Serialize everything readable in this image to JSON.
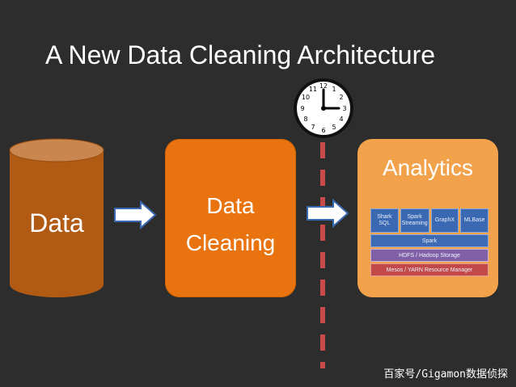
{
  "title": "A New Data Cleaning Architecture",
  "clock": {
    "numerals": [
      "12",
      "1",
      "2",
      "3",
      "4",
      "5",
      "6",
      "7",
      "8",
      "9",
      "10",
      "11"
    ],
    "icon": "clock-icon"
  },
  "source": {
    "label": "Data",
    "icon": "database-cylinder-icon"
  },
  "cleaning": {
    "line1": "Data",
    "line2": "Cleaning"
  },
  "analytics": {
    "title": "Analytics",
    "top_row": [
      {
        "line1": "Shark",
        "line2": "SQL"
      },
      {
        "line1": "Spark",
        "line2": "Streaming"
      },
      {
        "line1": "GraphX",
        "line2": ""
      },
      {
        "line1": "MLBase",
        "line2": ""
      }
    ],
    "layers": [
      "Spark",
      "HDFS / Hadoop Storage",
      "Mesos / YARN Resource Manager"
    ]
  },
  "colors": {
    "background": "#2d2d2d",
    "cylinder": "#b05a14",
    "cleaning_box": "#e8730f",
    "analytics_box": "#f3a24c",
    "dashed_line": "#c94a4a"
  },
  "watermark": "百家号/Gigamon数据侦探"
}
